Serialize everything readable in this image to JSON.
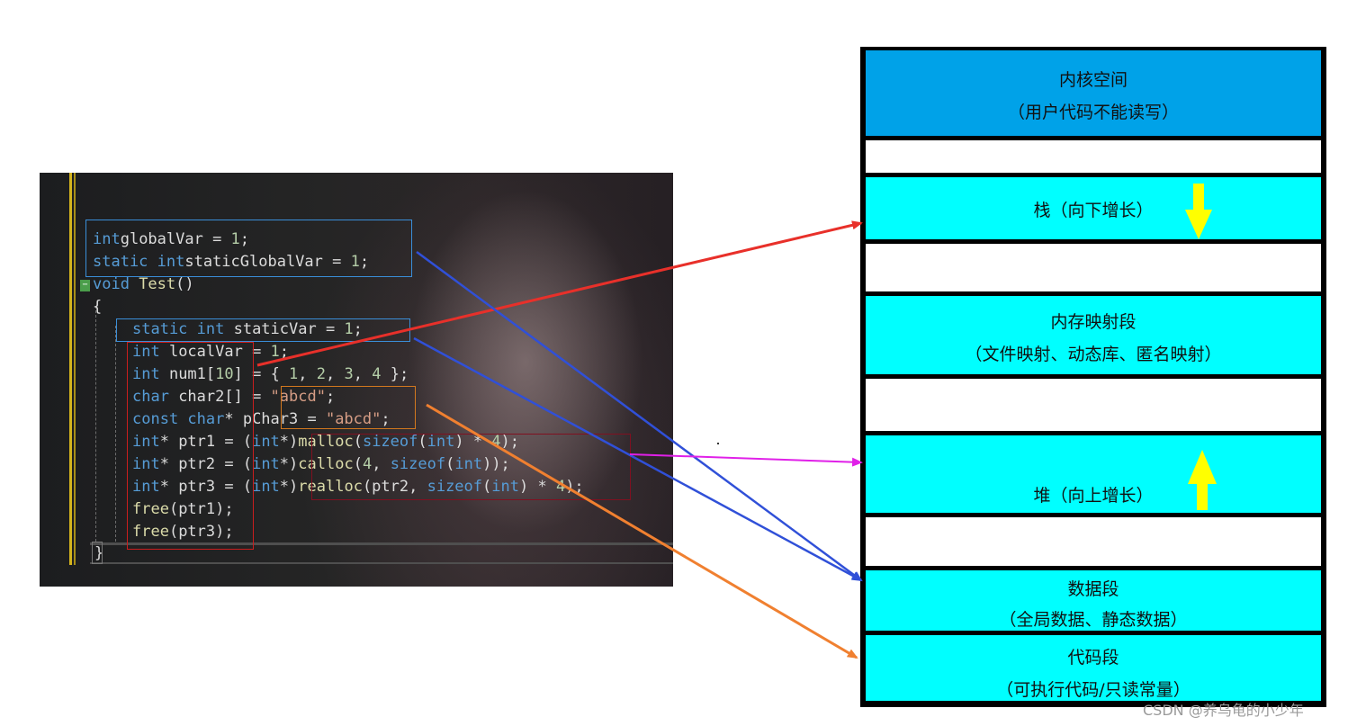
{
  "code": {
    "lines": [
      {
        "id": "globalVar",
        "parts": [
          [
            "kw",
            "int"
          ],
          [
            "",
            "globalVar = "
          ],
          [
            "num",
            "1"
          ],
          [
            "",
            ";"
          ]
        ]
      },
      {
        "id": "staticGlobalVar",
        "parts": [
          [
            "kw",
            "static int"
          ],
          [
            "",
            "staticGlobalVar = "
          ],
          [
            "num",
            "1"
          ],
          [
            "",
            ";"
          ]
        ]
      },
      {
        "id": "test-decl",
        "parts": [
          [
            "kw",
            "void"
          ],
          [
            "fn",
            " Test"
          ],
          [
            "",
            "()"
          ]
        ]
      },
      {
        "id": "open-brace",
        "parts": [
          [
            "",
            "{"
          ]
        ]
      },
      {
        "id": "staticVar",
        "parts": [
          [
            "kw",
            "static int"
          ],
          [
            "",
            " staticVar = "
          ],
          [
            "num",
            "1"
          ],
          [
            "",
            ";"
          ]
        ]
      },
      {
        "id": "localVar",
        "parts": [
          [
            "kw",
            "int"
          ],
          [
            "",
            " localVar = "
          ],
          [
            "num",
            "1"
          ],
          [
            "",
            ";"
          ]
        ]
      },
      {
        "id": "num1",
        "parts": [
          [
            "kw",
            "int"
          ],
          [
            "",
            " num1["
          ],
          [
            "num",
            "10"
          ],
          [
            "",
            "] = { "
          ],
          [
            "num",
            "1"
          ],
          [
            "",
            ", "
          ],
          [
            "num",
            "2"
          ],
          [
            "",
            ", "
          ],
          [
            "num",
            "3"
          ],
          [
            "",
            ", "
          ],
          [
            "num",
            "4"
          ],
          [
            "",
            " };"
          ]
        ]
      },
      {
        "id": "char2",
        "parts": [
          [
            "kw",
            "char"
          ],
          [
            "",
            " char2[] = "
          ],
          [
            "str",
            "\"abcd\""
          ],
          [
            "",
            ";"
          ]
        ]
      },
      {
        "id": "pChar3",
        "parts": [
          [
            "kw",
            "const char"
          ],
          [
            "",
            "* pChar3 = "
          ],
          [
            "str",
            "\"abcd\""
          ],
          [
            "",
            ";"
          ]
        ]
      },
      {
        "id": "ptr1",
        "parts": [
          [
            "kw",
            "int"
          ],
          [
            "",
            "* ptr1 = ("
          ],
          [
            "kw",
            "int"
          ],
          [
            "",
            "*)"
          ],
          [
            "fn",
            "malloc"
          ],
          [
            "",
            "("
          ],
          [
            "kw",
            "sizeof"
          ],
          [
            "",
            "("
          ],
          [
            "kw",
            "int"
          ],
          [
            "",
            ") * "
          ],
          [
            "num",
            "4"
          ],
          [
            "",
            ");"
          ]
        ]
      },
      {
        "id": "ptr2",
        "parts": [
          [
            "kw",
            "int"
          ],
          [
            "",
            "* ptr2 = ("
          ],
          [
            "kw",
            "int"
          ],
          [
            "",
            "*)"
          ],
          [
            "fn",
            "calloc"
          ],
          [
            "",
            "("
          ],
          [
            "num",
            "4"
          ],
          [
            "",
            ", "
          ],
          [
            "kw",
            "sizeof"
          ],
          [
            "",
            "("
          ],
          [
            "kw",
            "int"
          ],
          [
            "",
            "));"
          ]
        ]
      },
      {
        "id": "ptr3",
        "parts": [
          [
            "kw",
            "int"
          ],
          [
            "",
            "* ptr3 = ("
          ],
          [
            "kw",
            "int"
          ],
          [
            "",
            "*)"
          ],
          [
            "fn",
            "realloc"
          ],
          [
            "",
            "(ptr2, "
          ],
          [
            "kw",
            "sizeof"
          ],
          [
            "",
            "("
          ],
          [
            "kw",
            "int"
          ],
          [
            "",
            ") * "
          ],
          [
            "num",
            "4"
          ],
          [
            "",
            ");"
          ]
        ]
      },
      {
        "id": "free1",
        "parts": [
          [
            "fn",
            "free"
          ],
          [
            "",
            "(ptr1);"
          ]
        ]
      },
      {
        "id": "free2",
        "parts": [
          [
            "fn",
            "free"
          ],
          [
            "",
            "(ptr3);"
          ]
        ]
      },
      {
        "id": "close-brace",
        "parts": [
          [
            "",
            "}"
          ]
        ]
      }
    ],
    "fold_marker": "−"
  },
  "memory": {
    "kernel": {
      "title": "内核空间",
      "sub": "（用户代码不能读写）"
    },
    "stack": {
      "title": "栈（向下增长）"
    },
    "mmap": {
      "title": "内存映射段",
      "sub": "（文件映射、动态库、匿名映射）"
    },
    "heap": {
      "title": "堆（向上增长）"
    },
    "data": {
      "title": "数据段",
      "sub": "（全局数据、静态数据）"
    },
    "code": {
      "title": "代码段",
      "sub": "（可执行代码/只读常量）"
    }
  },
  "colors": {
    "kernel": "#00a2e8",
    "segment": "#00ffff",
    "gap": "#ffffff",
    "arrow_up_down": "#ffff00",
    "red_arrow": "#e8302a",
    "blue_arrow": "#3050d8",
    "magenta_arrow": "#e020e8",
    "orange_arrow": "#f08030",
    "blue_box": "#3a8ed8",
    "red_box": "#c81e1e",
    "orange_box": "#d2781e",
    "dark_red_box": "#801020"
  },
  "watermark": "CSDN @养乌龟的小少年"
}
